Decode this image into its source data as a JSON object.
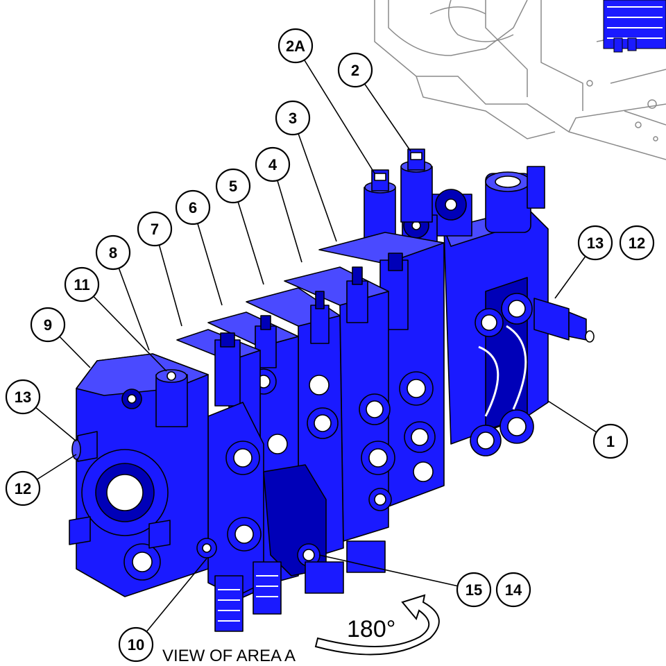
{
  "colors": {
    "part": "#1a1aff",
    "part_dark": "#0000b8",
    "outline": "#000000",
    "background_line": "#8a8a8a",
    "callout_fill": "#ffffff"
  },
  "callouts": [
    {
      "id": "c-2a",
      "label": "2A"
    },
    {
      "id": "c-2",
      "label": "2"
    },
    {
      "id": "c-3",
      "label": "3"
    },
    {
      "id": "c-4",
      "label": "4"
    },
    {
      "id": "c-5",
      "label": "5"
    },
    {
      "id": "c-6",
      "label": "6"
    },
    {
      "id": "c-7",
      "label": "7"
    },
    {
      "id": "c-8",
      "label": "8"
    },
    {
      "id": "c-11",
      "label": "11"
    },
    {
      "id": "c-9",
      "label": "9"
    },
    {
      "id": "c-13-left",
      "label": "13"
    },
    {
      "id": "c-12-left",
      "label": "12"
    },
    {
      "id": "c-13-right",
      "label": "13"
    },
    {
      "id": "c-12-right",
      "label": "12"
    },
    {
      "id": "c-1",
      "label": "1"
    },
    {
      "id": "c-15",
      "label": "15"
    },
    {
      "id": "c-14",
      "label": "14"
    },
    {
      "id": "c-10",
      "label": "10"
    }
  ],
  "view_caption": "VIEW OF AREA A",
  "rotation_label": "180°"
}
